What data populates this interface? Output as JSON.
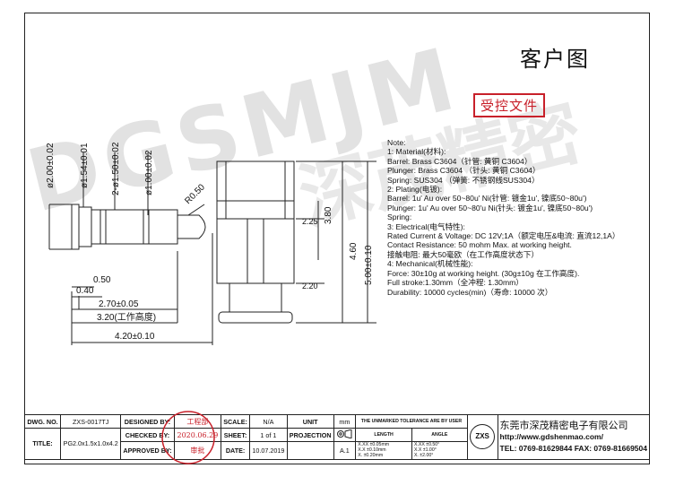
{
  "header": {
    "title_cn": "客户图",
    "stamp": "受控文件"
  },
  "watermark": {
    "latin": "DGSMJM",
    "cn": "深茂精密"
  },
  "dimensions": {
    "d200": "ø2.00±0.02",
    "d154": "ø1.54±0.01",
    "d150": "2-ø1.50±0.02",
    "d100": "ø1.00±0.02",
    "r050": "R0.50",
    "len050": "0.50",
    "len040": "0.40",
    "len270": "2.70±0.05",
    "len320": "3.20(工作高度)",
    "len420": "4.20±0.10",
    "v225": "2.25",
    "v380": "3.80",
    "v460": "4.60",
    "v500": "5.00±0.10",
    "v220": "2.20"
  },
  "notes": {
    "heading": "Note:",
    "lines": [
      "1:   Material(材料):",
      "        Barrel:  Brass C3604（针管: 黄铜 C3604）",
      "        Plunger: Brass C3604  （针头: 黄铜 C3604）",
      "        Spring:  SUS304  （弹簧: 不锈钢线SUS304）",
      "2:   Plating(电镀):",
      "        Barrel:  1u' Au over 50~80u' Ni(针管: 镀金1u', 镍底50~80u')",
      "        Plunger:  1u' Au over 50~80'u Ni(针头: 镀金1u', 镍底50~80u')",
      "        Spring:",
      "3:   Electrical(电气特性):",
      "        Rated Current & Voltage: DC 12V;1A（额定电压&电流: 直流12,1A）",
      "        Contact Resistance: 50 mohm Max. at working height.",
      "        接触电阻: 最大50毫欧（在工作高度状态下）",
      "4:   Mechanical(机械性能):",
      "        Force: 30±10g at working height. (30g±10g 在工作高度).",
      "        Full stroke:1.30mm（全冲程: 1.30mm）",
      "        Durability: 10000 cycles(min)（寿命: 10000 次）"
    ]
  },
  "titleblock": {
    "dwg_no_label": "DWG. NO.",
    "dwg_no": "ZXS-0017TJ",
    "title_label": "TITLE:",
    "title": "PG2.0x1.5x1.0x4.2",
    "designed_by_label": "DESIGNED BY:",
    "designed_by": "工程部",
    "checked_by_label": "CHECKED BY:",
    "checked_by": "2020.06.29",
    "approved_by_label": "APPROVED BY:",
    "approved_by": "审批",
    "scale_label": "SCALE:",
    "scale": "N/A",
    "sheet_label": "SHEET:",
    "sheet": "1 of 1",
    "date_label": "DATE:",
    "date": "10.07.2019",
    "unit_label": "UNIT",
    "unit": "mm",
    "projection_label": "PROJECTION",
    "size": "A.1",
    "tolerance_title": "THE UNMARKED TOLERANCE ARE BY USER",
    "length_label": "LENGTH",
    "angle_label": "ANGLE",
    "tol_length": [
      "X.XX   ±0.05mm",
      "X.X    ±0.10mm",
      "X.     ±0.20mm"
    ],
    "tol_angle": [
      "X.XX   ±0.50°",
      "X.X    ±1.00°",
      "X.     ±2.00°"
    ],
    "logo": "ZXS",
    "company_cn": "东莞市深茂精密电子有限公司",
    "website": "http://www.gdshenmao.com/",
    "phone": "TEL: 0769-81629844 FAX: 0769-81669504"
  }
}
